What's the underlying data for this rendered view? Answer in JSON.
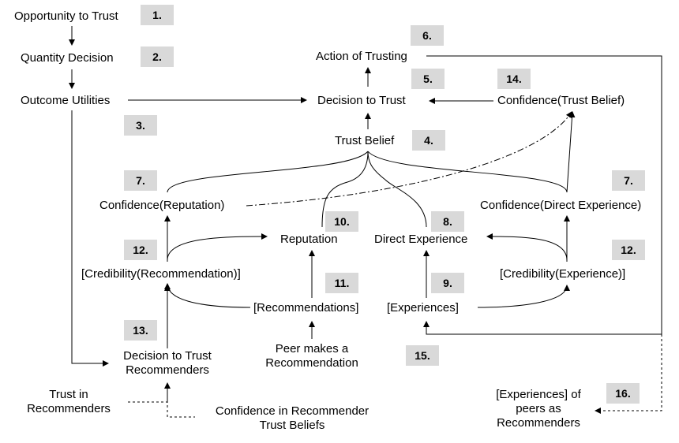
{
  "nodes": {
    "opportunity": "Opportunity to Trust",
    "quantity": "Quantity Decision",
    "outcome": "Outcome Utilities",
    "action": "Action of Trusting",
    "decision": "Decision to Trust",
    "conf_trust_belief": "Confidence(Trust Belief)",
    "trust_belief": "Trust Belief",
    "conf_reputation": "Confidence(Reputation)",
    "conf_direct": "Confidence(Direct Experience)",
    "reputation": "Reputation",
    "direct_experience": "Direct Experience",
    "cred_recommendation": "[Credibility(Recommendation)]",
    "cred_experience": "[Credibility(Experience)]",
    "recommendations": "[Recommendations]",
    "experiences": "[Experiences]",
    "decision_recommenders": "Decision to Trust\nRecommenders",
    "peer_recommendation": "Peer makes a\nRecommendation",
    "trust_in_recommenders": "Trust in\nRecommenders",
    "confidence_recommender": "Confidence in Recommender\nTrust Beliefs",
    "peer_experiences": "[Experiences] of\npeers as\nRecommenders"
  },
  "steps": {
    "s1": "1.",
    "s2": "2.",
    "s3": "3.",
    "s4": "4.",
    "s5": "5.",
    "s6": "6.",
    "s7a": "7.",
    "s7b": "7.",
    "s8": "8.",
    "s9": "9.",
    "s10": "10.",
    "s11": "11.",
    "s12a": "12.",
    "s12b": "12.",
    "s13": "13.",
    "s14": "14.",
    "s15": "15.",
    "s16": "16."
  },
  "colors": {
    "badge": "#d9d9d9",
    "line": "#000000",
    "text": "#000000"
  }
}
